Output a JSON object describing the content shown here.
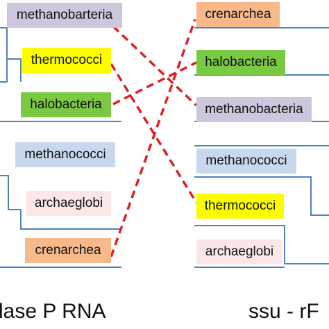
{
  "colors": {
    "methanobacteria": "#cdc6dd",
    "thermococci": "#fcfc00",
    "halobacteria": "#7ac943",
    "crenarchea": "#f7b98a",
    "methanococci": "#c8d9ef",
    "archaeglobi": "#fbe6e8",
    "tree_line": "#4f81bd",
    "connector": "#e02020"
  },
  "left_tree": {
    "caption": "lase P RNA",
    "taxa": [
      "methanobarteria",
      "thermococci",
      "halobacteria",
      "methanococci",
      "archaeglobi",
      "crenarchea"
    ]
  },
  "right_tree": {
    "caption": "ssu - rF",
    "taxa": [
      "crenarchea",
      "halobacteria",
      "methanobacteria",
      "methanococci",
      "thermococci",
      "archaeglobi"
    ]
  },
  "connectors": [
    {
      "from": "methanobarteria",
      "to": "methanobacteria"
    },
    {
      "from": "thermococci",
      "to": "thermococci"
    },
    {
      "from": "halobacteria",
      "to": "halobacteria"
    },
    {
      "from": "crenarchea",
      "to": "crenarchea"
    }
  ]
}
